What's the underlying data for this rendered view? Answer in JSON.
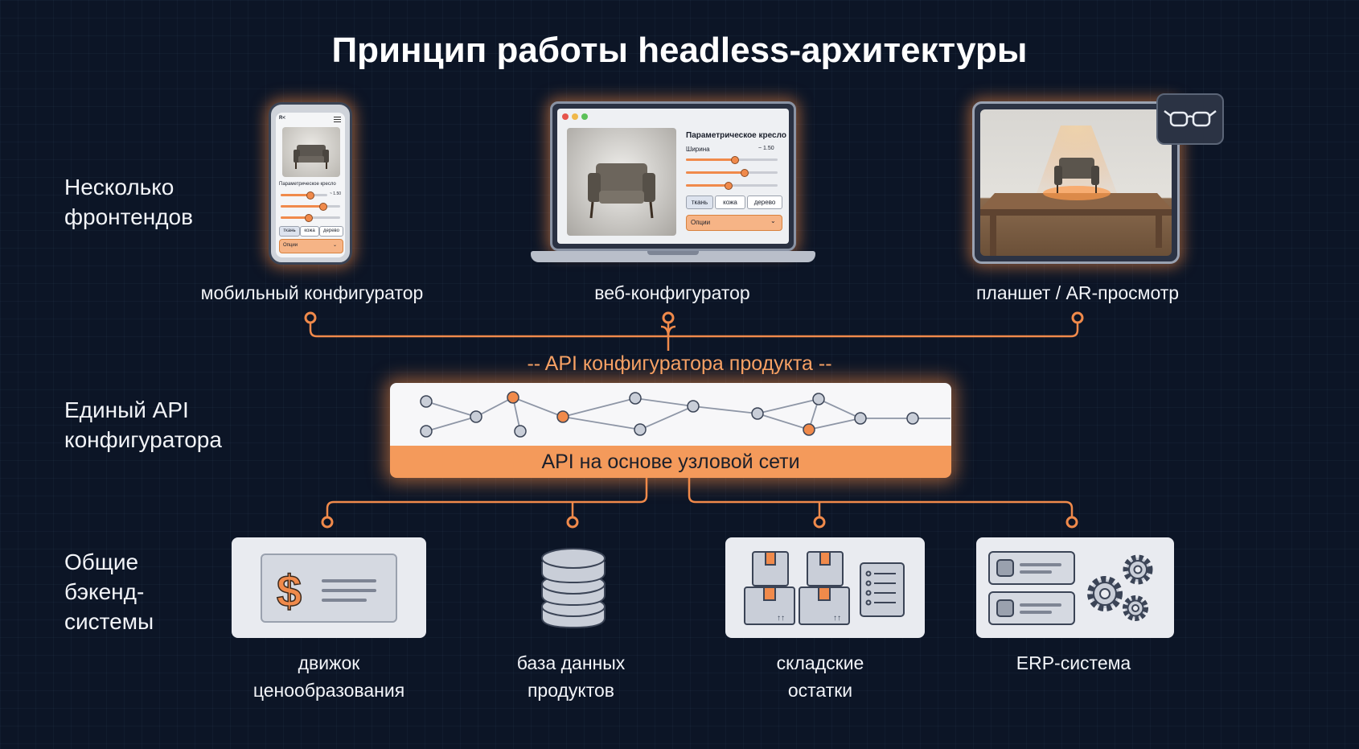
{
  "title": "Принцип работы headless-архитектуры",
  "sections": {
    "frontends": "Несколько фронтендов",
    "api": "Единый API конфигуратора",
    "backends": "Общие бэкенд-системы"
  },
  "frontends": [
    {
      "caption": "мобильный конфигуратор",
      "icon": "smartphone-icon"
    },
    {
      "caption": "веб-конфигуратор",
      "icon": "laptop-icon"
    },
    {
      "caption": "планшет / AR-просмотр",
      "icon": "tablet-icon"
    }
  ],
  "device_ui": {
    "product_title": "Параметрическое кресло",
    "width_label": "Ширина",
    "width_value": "~ 1.50",
    "materials": [
      "ткань",
      "кожа",
      "дерево"
    ],
    "options_label": "Опции",
    "phone_logo": "R<"
  },
  "api": {
    "caption": "-- API конфигуратора продукта --",
    "bar_label": "API на основе узловой сети"
  },
  "backends": [
    {
      "caption": "движок ценообразования",
      "icon": "pricing-card-icon"
    },
    {
      "caption": "база данных продуктов",
      "icon": "database-icon"
    },
    {
      "caption": "складские остатки",
      "icon": "warehouse-boxes-icon"
    },
    {
      "caption": "ERP-система",
      "icon": "erp-gears-icon"
    }
  ],
  "colors": {
    "background": "#0c1526",
    "accent": "#f49a5b",
    "connector": "#f08a4b",
    "node": "#c9ced8"
  }
}
